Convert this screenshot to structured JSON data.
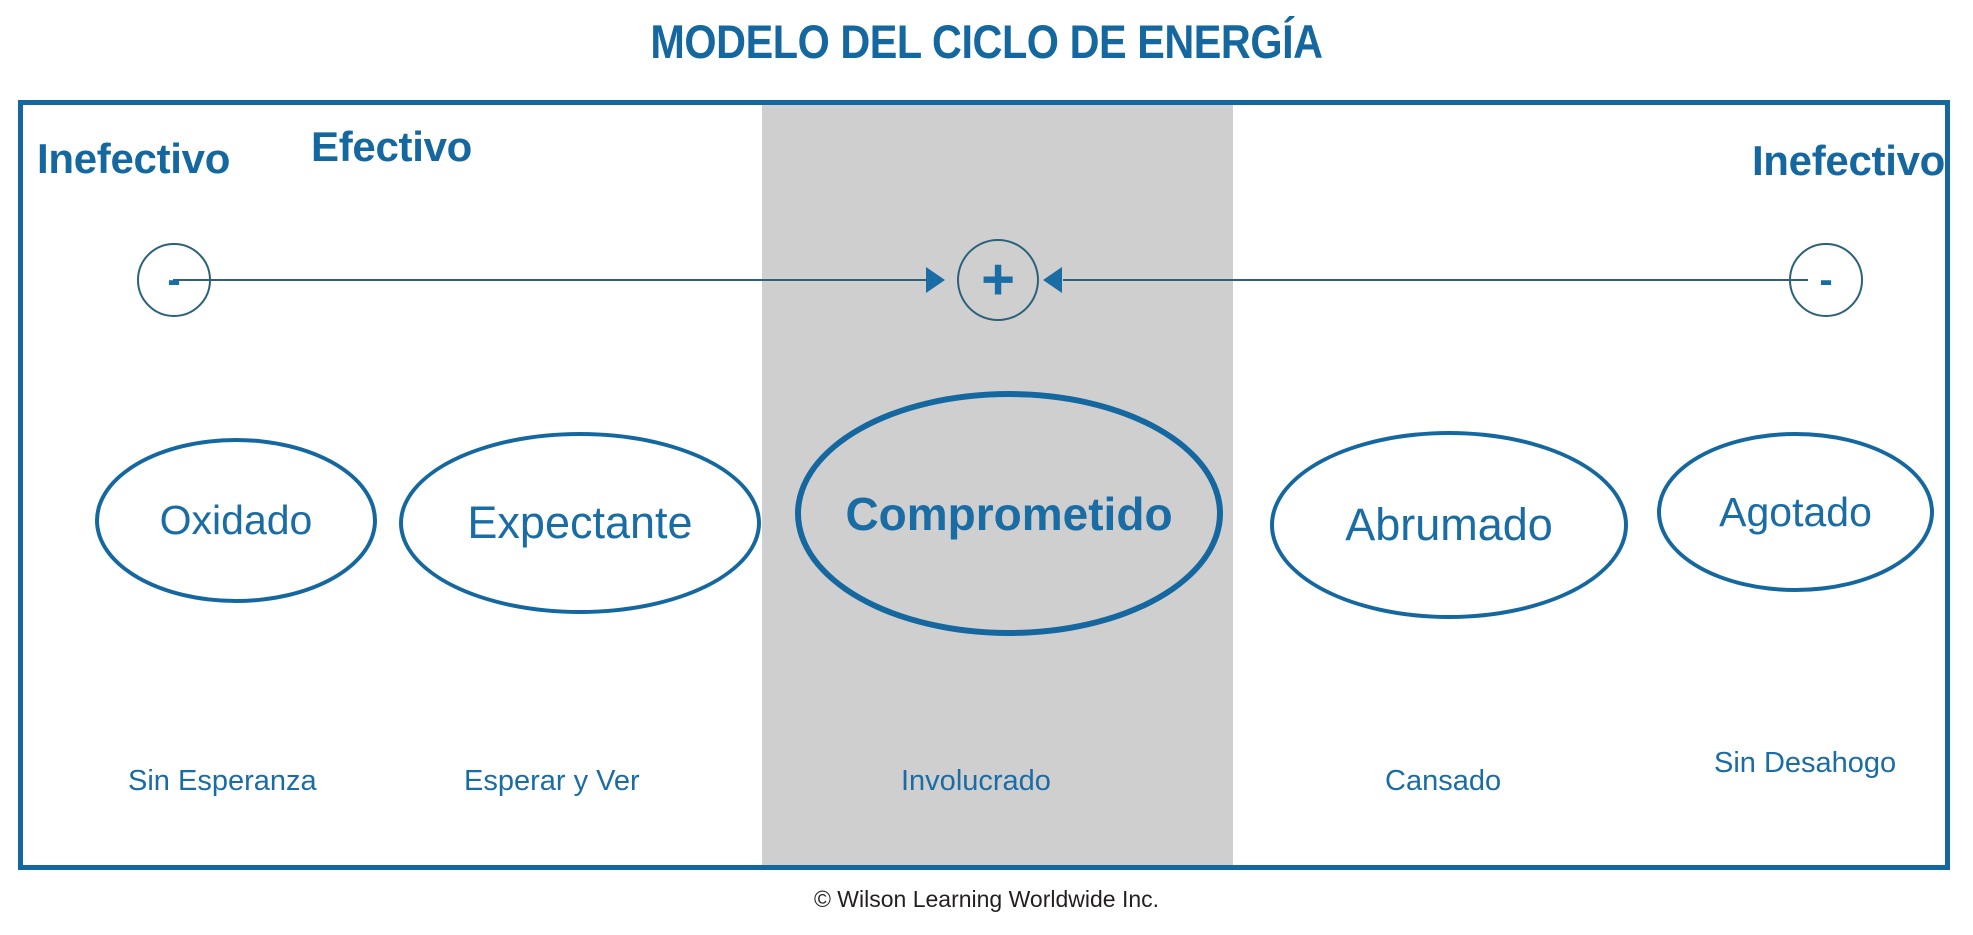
{
  "title": "MODELO DEL CICLO DE ENERGÍA",
  "colors": {
    "brand_blue": "#15689f",
    "accent_blue": "#1a6ca5",
    "line_blue": "#2b6179",
    "band_gray": "#cfcfcf",
    "footer_text": "#231f20",
    "background": "#ffffff"
  },
  "headings": {
    "left": "Inefectivo",
    "middle": "Efectivo",
    "right": "Inefectivo"
  },
  "signs": {
    "left_minus": "-",
    "center_plus": "+",
    "right_minus": "-"
  },
  "states": [
    {
      "id": "oxidado",
      "label": "Oxidado",
      "caption": "Sin Esperanza",
      "zone": "ineffective-left",
      "emphasis": "normal"
    },
    {
      "id": "expectante",
      "label": "Expectante",
      "caption": "Esperar y Ver",
      "zone": "ineffective-left",
      "emphasis": "normal"
    },
    {
      "id": "comprometido",
      "label": "Comprometido",
      "caption": "Involucrado",
      "zone": "effective-center",
      "emphasis": "bold"
    },
    {
      "id": "abrumado",
      "label": "Abrumado",
      "caption": "Cansado",
      "zone": "ineffective-right",
      "emphasis": "normal"
    },
    {
      "id": "agotado",
      "label": "Agotado",
      "caption": "Sin Desahogo",
      "zone": "ineffective-right",
      "emphasis": "normal"
    }
  ],
  "footer": "© Wilson Learning Worldwide Inc."
}
